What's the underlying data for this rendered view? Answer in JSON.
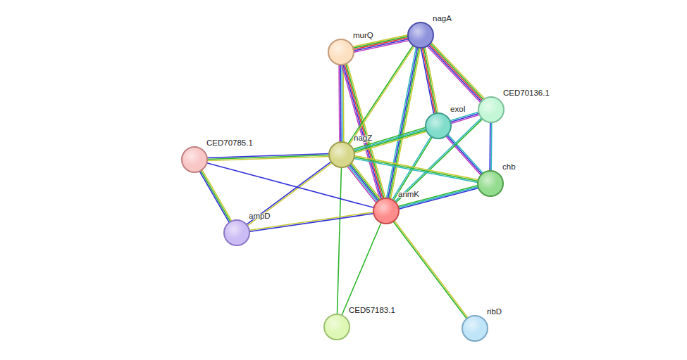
{
  "diagram": {
    "nodes": [
      {
        "text": [
          "murQ"
        ]
      },
      {
        "text": [
          "nagA"
        ]
      },
      {
        "text": [
          "CED70136.1"
        ]
      },
      {
        "text": [
          "exoI"
        ]
      },
      {
        "text": [
          "CED70785.1"
        ]
      },
      {
        "text": [
          "nagZ"
        ]
      },
      {
        "text": [
          "chb"
        ]
      },
      {
        "text": [
          "anmK"
        ]
      },
      {
        "text": [
          "ampD"
        ]
      },
      {
        "text": [
          "CED57183.1"
        ]
      },
      {
        "text": [
          "ribD"
        ]
      }
    ],
    "edges": [
      {
        "from": 0,
        "to": 1,
        "arrow": "none"
      },
      {
        "from": 0,
        "to": 5,
        "arrow": "none"
      },
      {
        "from": 0,
        "to": 7,
        "arrow": "none"
      },
      {
        "from": 1,
        "to": 5,
        "arrow": "none"
      },
      {
        "from": 1,
        "to": 7,
        "arrow": "none"
      },
      {
        "from": 1,
        "to": 3,
        "arrow": "none"
      },
      {
        "from": 1,
        "to": 2,
        "arrow": "none"
      },
      {
        "from": 3,
        "to": 2,
        "arrow": "none"
      },
      {
        "from": 3,
        "to": 5,
        "arrow": "none"
      },
      {
        "from": 3,
        "to": 6,
        "arrow": "none"
      },
      {
        "from": 3,
        "to": 7,
        "arrow": "none"
      },
      {
        "from": 2,
        "to": 6,
        "arrow": "none"
      },
      {
        "from": 2,
        "to": 7,
        "arrow": "none"
      },
      {
        "from": 5,
        "to": 4,
        "arrow": "none"
      },
      {
        "from": 5,
        "to": 8,
        "arrow": "none"
      },
      {
        "from": 5,
        "to": 7,
        "arrow": "none"
      },
      {
        "from": 5,
        "to": 6,
        "arrow": "none"
      },
      {
        "from": 5,
        "to": 9,
        "arrow": "none"
      },
      {
        "from": 4,
        "to": 8,
        "arrow": "none"
      },
      {
        "from": 4,
        "to": 7,
        "arrow": "none"
      },
      {
        "from": 8,
        "to": 7,
        "arrow": "none"
      },
      {
        "from": 7,
        "to": 6,
        "arrow": "none"
      },
      {
        "from": 7,
        "to": 9,
        "arrow": "none"
      },
      {
        "from": 7,
        "to": 10,
        "arrow": "none"
      }
    ]
  }
}
